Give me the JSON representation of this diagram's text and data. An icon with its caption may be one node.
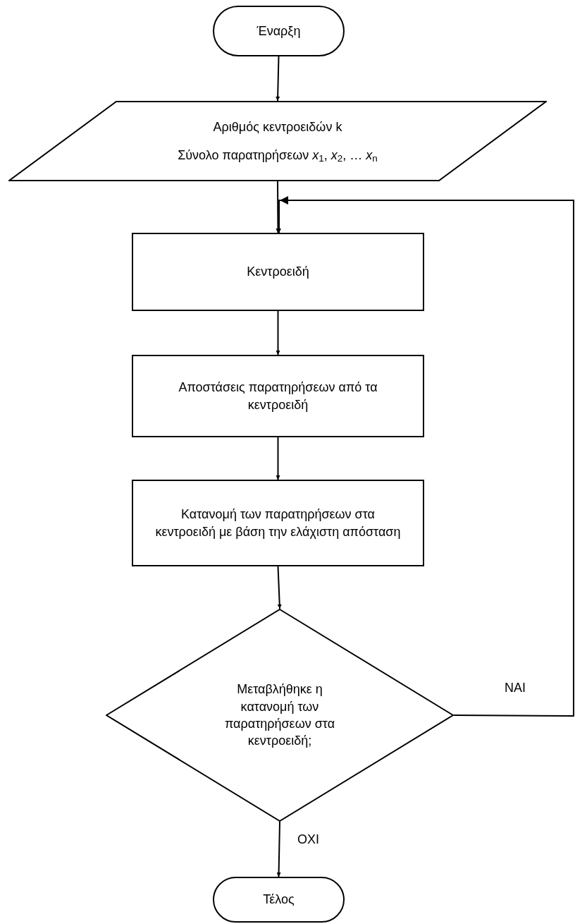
{
  "diagram": {
    "nodes": [
      {
        "text": [
          "Έναρξη"
        ]
      },
      {
        "text": [
          "Αριθμός κεντροειδών k",
          "Σύνολο παρατηρήσεων *x*$_{1}$, *x*$_{2}$, … *x*$_{n}$"
        ]
      },
      {
        "text": [
          "Κεντροειδή"
        ]
      },
      {
        "text": [
          "Αποστάσεις παρατηρήσεων από τα κεντροειδή"
        ]
      },
      {
        "text": [
          "Κατανομή των παρατηρήσεων στα κεντροειδή με βάση την ελάχιστη απόσταση"
        ]
      },
      {
        "text": [
          "Μεταβλήθηκε η κατανομή των παρατηρήσεων στα κεντροειδή;"
        ]
      },
      {
        "text": [
          "Τέλος"
        ]
      }
    ],
    "edges": [
      {
        "from": 0,
        "to": 1,
        "arrow": "to"
      },
      {
        "from": 1,
        "to": 2,
        "arrow": "to"
      },
      {
        "from": 2,
        "to": 3,
        "arrow": "to"
      },
      {
        "from": 3,
        "to": 4,
        "arrow": "to"
      },
      {
        "from": 4,
        "to": 5,
        "arrow": "to"
      },
      {
        "from": 5,
        "to": 2,
        "arrow": "to",
        "label": "ΝΑΙ"
      },
      {
        "from": 5,
        "to": 6,
        "arrow": "to",
        "label": "ΟΧΙ"
      }
    ]
  }
}
